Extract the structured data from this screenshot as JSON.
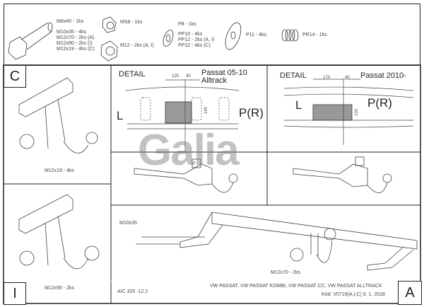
{
  "parts": {
    "bolt": [
      "M8x40 - 1ks",
      "M10x35 - 4ks",
      "M12x70 - 2ks (A)",
      "M12x90 - 2ks (I)",
      "M12x19 - 4ks (C)"
    ],
    "nut_ms8": "MS8 - 1ks",
    "nut_m12": "M12 - 2ks (A, I)",
    "washer_small": [
      "P8 - 1ks",
      "PP10 - 4ks",
      "PP12 - 2ks (A, I)",
      "PP12 - 4ks (C)"
    ],
    "washer_large": "P11 - 4ks",
    "spring": "PR14 - 1ks"
  },
  "panel_c": {
    "label": "C",
    "bolt_note": "M12x19 - 4ks"
  },
  "panel_i": {
    "label": "I",
    "bolt_note": "M12x90 - 2ks"
  },
  "detail_left": {
    "title": "DETAIL",
    "model": "Passat  05-10",
    "model2": "Alltrack",
    "dim1": "125",
    "dim2": "40",
    "dim3": "140",
    "left": "L",
    "right": "P(R)"
  },
  "detail_right": {
    "title": "DETAIL",
    "model": "Passat  2010-",
    "dim1": "170",
    "dim2": "40",
    "dim3": "100",
    "left": "L",
    "right": "P(R)"
  },
  "watermark": "Galia",
  "assembly": {
    "bolt_note1": "M10x35",
    "bolt_note2": "M12x70 - 2ks"
  },
  "title_block": {
    "code": "AIC 325 -12 2",
    "vehicles": "VW PASSAT, VW PASSAT KOMBI, VW PASSAT CC, VW PASSAT ALLTRACK",
    "kod": "Kód: V0716(A,I,C)  9. 1. 2018",
    "label": "A"
  }
}
